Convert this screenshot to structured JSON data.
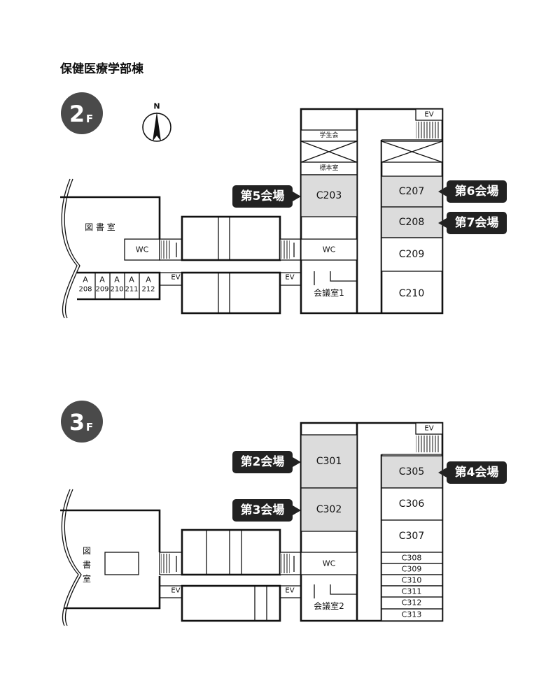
{
  "building_title": "保健医療学部棟",
  "compass_label": "N",
  "colors": {
    "highlight_room": "#dcdcdc",
    "tag_background": "#222222",
    "floor_badge": "#4a4a4a"
  },
  "floor2": {
    "badge_number": "2",
    "badge_suffix": "F",
    "rooms": {
      "library": "図 書 室",
      "wc_left": "WC",
      "a208": "208",
      "a209": "209",
      "a210": "210",
      "a211": "211",
      "a212": "212",
      "a_prefix": "A",
      "ev_left": "EV",
      "ev_mid": "EV",
      "ev_top": "EV",
      "student_council": "学生会",
      "specimen_room": "標本室",
      "c203": "C203",
      "wc_center": "WC",
      "meeting_room_1": "会議室1",
      "c207": "C207",
      "c208": "C208",
      "c209": "C209",
      "c210": "C210"
    },
    "tags": {
      "c203": "第5会場",
      "c207": "第6会場",
      "c208": "第7会場"
    }
  },
  "floor3": {
    "badge_number": "3",
    "badge_suffix": "F",
    "rooms": {
      "library_1": "図",
      "library_2": "書",
      "library_3": "室",
      "ev_left": "EV",
      "ev_mid": "EV",
      "ev_top": "EV",
      "c301": "C301",
      "c302": "C302",
      "wc_center": "WC",
      "meeting_room_2": "会議室2",
      "c305": "C305",
      "c306": "C306",
      "c307": "C307",
      "c308": "C308",
      "c309": "C309",
      "c310": "C310",
      "c311": "C311",
      "c312": "C312",
      "c313": "C313"
    },
    "tags": {
      "c301": "第2会場",
      "c302": "第3会場",
      "c305": "第4会場"
    }
  }
}
